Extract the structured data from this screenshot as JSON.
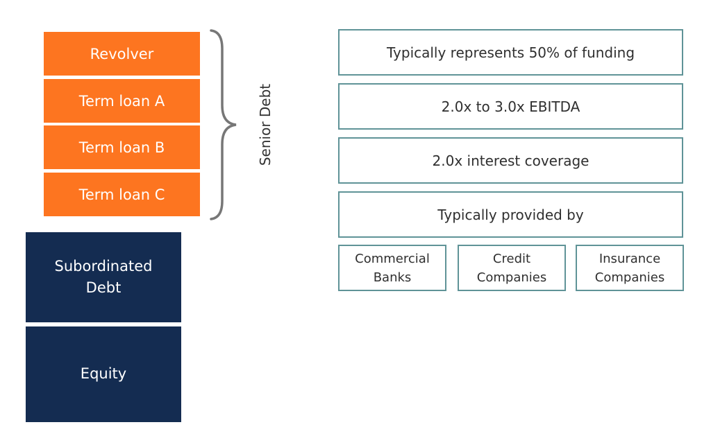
{
  "left_stack": {
    "senior_items": [
      {
        "label": "Revolver"
      },
      {
        "label": "Term loan A"
      },
      {
        "label": "Term loan B"
      },
      {
        "label": "Term loan C"
      }
    ],
    "subordinated_debt": "Subordinated\nDebt",
    "equity": "Equity"
  },
  "brace": {
    "label": "Senior Debt"
  },
  "right_details": {
    "rows": [
      "Typically represents 50% of funding",
      "2.0x to 3.0x EBITDA",
      "2.0x interest coverage",
      "Typically provided by"
    ],
    "providers": [
      "Commercial\nBanks",
      "Credit\nCompanies",
      "Insurance\nCompanies"
    ]
  },
  "colors": {
    "senior_debt_fill": "#fd7520",
    "junior_fill": "#142c51",
    "outline_border": "#5f9397",
    "brace_stroke": "#777777"
  }
}
